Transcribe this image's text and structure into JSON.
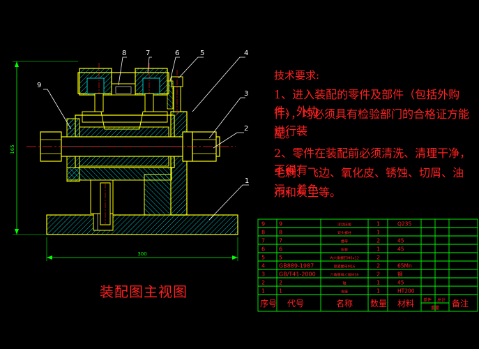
{
  "drawing": {
    "caption": "装配图主视图",
    "height_dim": "165",
    "width_dim": "300",
    "balloons": [
      "1",
      "2",
      "3",
      "4",
      "5",
      "6",
      "7",
      "8",
      "9"
    ]
  },
  "notes": {
    "title": "技术要求:",
    "lines": [
      "1、进入装配的零件及部件（包括外购件、外协",
      "件），均必须具有检验部门的合格证方能进行装",
      "配。",
      "2、零件在装配前必须清洗、清理干净，不得有",
      "毛刺、飞边、氧化皮、锈蚀、切屑、油污、着色",
      "剂和灰尘等。"
    ]
  },
  "bom": {
    "headers": [
      "序号",
      "代号",
      "名称",
      "数量",
      "材料",
      "单件",
      "总计",
      "备注"
    ],
    "weight_label": "重量",
    "rows": [
      {
        "no": "9",
        "code": "9",
        "name": "浮动压板",
        "qty": "1",
        "mat": "Q235"
      },
      {
        "no": "8",
        "code": "8",
        "name": "双头螺柱",
        "qty": "1",
        "mat": ""
      },
      {
        "no": "7",
        "code": "7",
        "name": "螺母",
        "qty": "2",
        "mat": "45"
      },
      {
        "no": "6",
        "code": "6",
        "name": "压板",
        "qty": "1",
        "mat": "45"
      },
      {
        "no": "5",
        "code": "5",
        "name": "内六角螺钉M6x12",
        "qty": "2",
        "mat": ""
      },
      {
        "no": "4",
        "code": "GB889-1987",
        "name": "锁紧螺母M16",
        "qty": "2",
        "mat": "65Mn"
      },
      {
        "no": "3",
        "code": "GB/T41-2000",
        "name": "六角螺母-C级M16",
        "qty": "2",
        "mat": "钢"
      },
      {
        "no": "2",
        "code": "2",
        "name": "轴",
        "qty": "1",
        "mat": "45"
      },
      {
        "no": "1",
        "code": "1",
        "name": "支座",
        "qty": "1",
        "mat": "HT200"
      }
    ]
  },
  "colors": {
    "background": "#000000",
    "outline": "#ffff00",
    "hatch": "#00ffff",
    "centerline": "#ff2020",
    "dimension": "#00ff00",
    "balloon": "#ffffff",
    "bom_grid": "#00ff00",
    "bom_text": "#ff2020"
  }
}
